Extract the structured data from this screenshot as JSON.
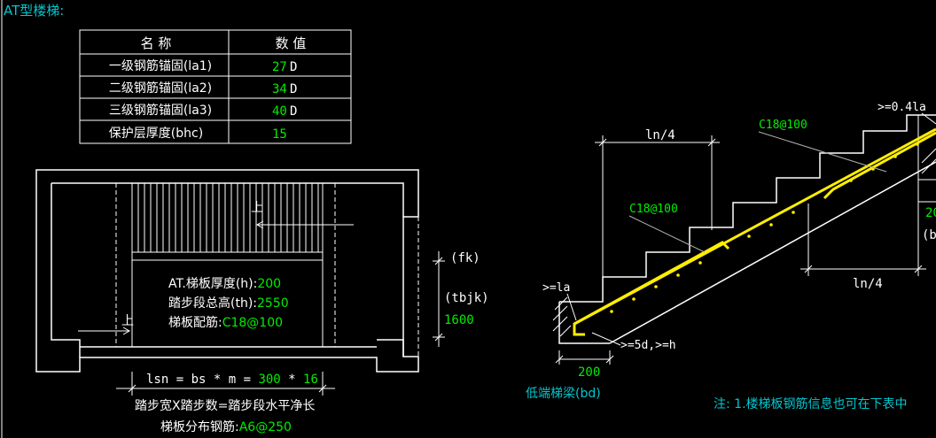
{
  "title": "AT型楼梯:",
  "colors": {
    "background": "#000000",
    "line": "#ffffff",
    "cyan": "#00c8d0",
    "green": "#00ee00",
    "rebar": "#ffee00",
    "leader": "#b0b0b0"
  },
  "table": {
    "headers": [
      "名 称",
      "数 值"
    ],
    "rows": [
      {
        "name": "一级钢筋锚固(la1)",
        "value": "27",
        "unit": "D"
      },
      {
        "name": "二级钢筋锚固(la2)",
        "value": "34",
        "unit": "D"
      },
      {
        "name": "三级钢筋锚固(la3)",
        "value": "40",
        "unit": "D"
      },
      {
        "name": "保护层厚度(bhc)",
        "value": "15",
        "unit": ""
      }
    ]
  },
  "plan": {
    "up_label_top": "上",
    "up_label_bottom": "上",
    "thickness_label": "AT.梯板厚度(h):",
    "thickness_value": "200",
    "height_label": "踏步段总高(th):",
    "height_value": "2550",
    "rebar_label": "梯板配筋:",
    "rebar_value": "C18@100",
    "dim_fk": "(fk)",
    "dim_tbjk": "(tbjk)",
    "dim_1600": "1600",
    "lsn_prefix": "lsn = bs * m = ",
    "lsn_bs": "300",
    "lsn_op": " * ",
    "lsn_m": "16",
    "formula": "踏步宽X踏步数=踏步段水平净长",
    "dist_label": "梯板分布钢筋:",
    "dist_value": "A6@250"
  },
  "section": {
    "ln4_top": "ln/4",
    "ln4_bottom": "ln/4",
    "rebar_top": "C18@100",
    "rebar_mid": "C18@100",
    "anchor_top": ">=0.4la",
    "anchor_left": ">=la",
    "hook": ">=5d,>=h",
    "dim_200_bottom": "200",
    "dim_200_right": "20",
    "b_right": "(b",
    "low_beam": "低端梯梁(bd)",
    "note": "注: 1.楼梯板钢筋信息也可在下表中"
  }
}
